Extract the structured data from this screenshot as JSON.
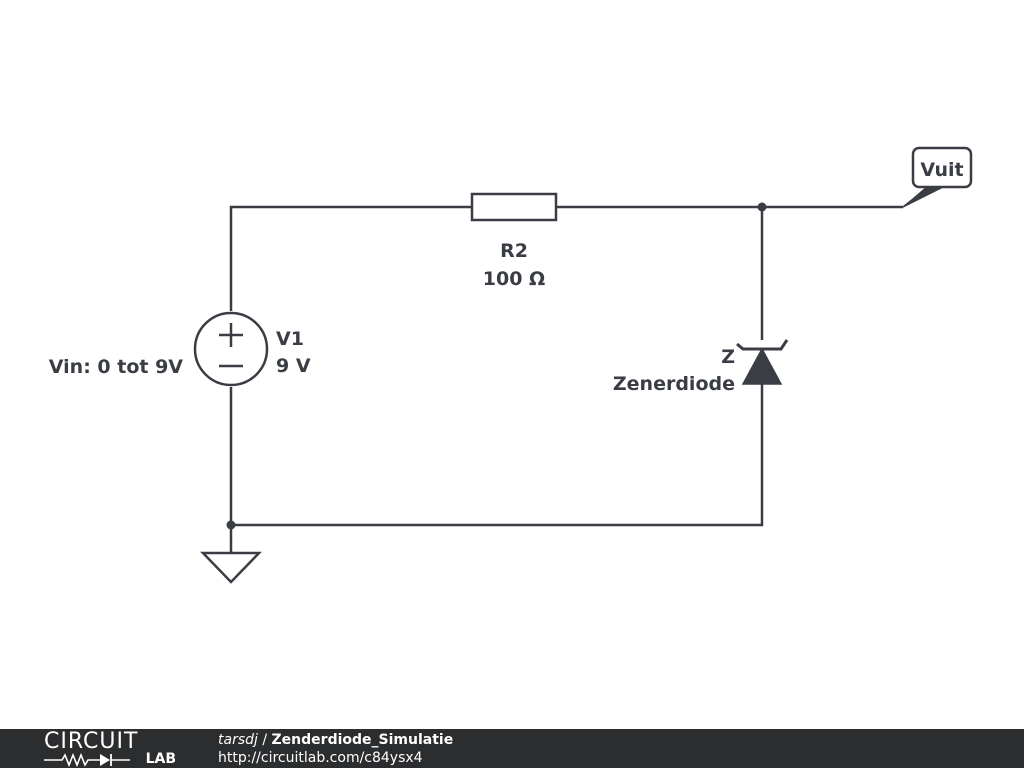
{
  "diagram": {
    "source_label": "Vin: 0 tot 9V",
    "source_name": "V1",
    "source_value": "9 V",
    "resistor_name": "R2",
    "resistor_value": "100 Ω",
    "zener_type": "Z",
    "zener_name": "Zenerdiode",
    "output_label": "Vuit",
    "wire_color": "#3a3e44"
  },
  "footer": {
    "logo_top": "CIRCUIT",
    "logo_bottom": "LAB",
    "user": "tarsdj",
    "separator": " / ",
    "title": "Zenderdiode_Simulatie",
    "url": "http://circuitlab.com/c84ysx4",
    "background": "#2b2d2f"
  }
}
